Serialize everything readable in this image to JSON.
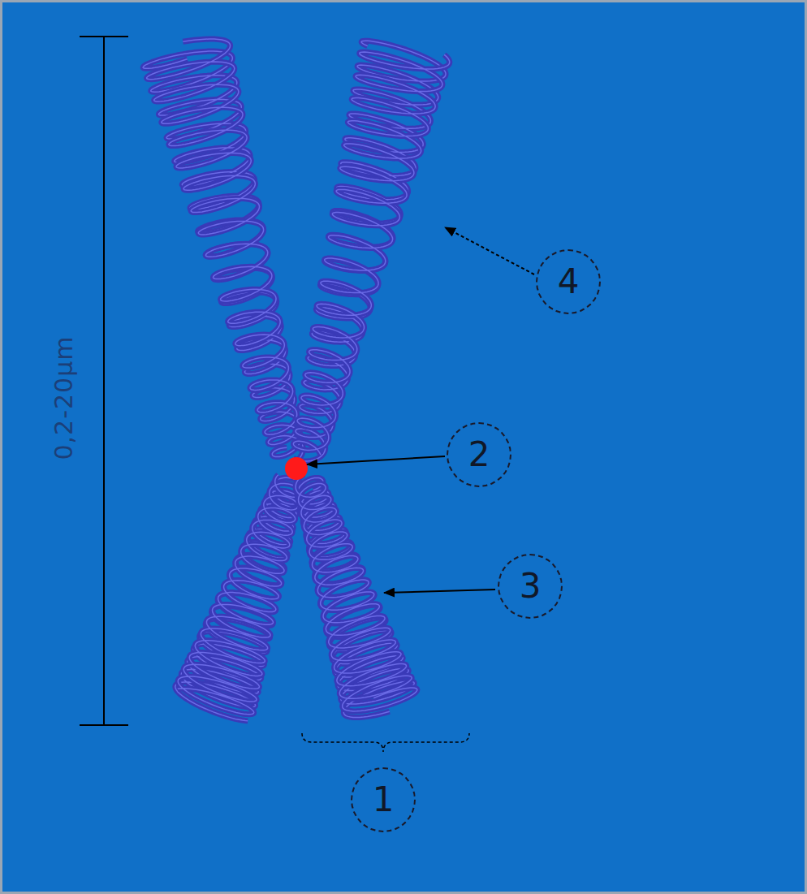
{
  "diagram": {
    "nodes": [
      {
        "text": [
          "4"
        ]
      },
      {
        "text": [
          "2"
        ]
      },
      {
        "text": [
          "3"
        ]
      },
      {
        "text": [
          "1"
        ]
      }
    ],
    "labels": [
      "0,2-20μm"
    ]
  }
}
